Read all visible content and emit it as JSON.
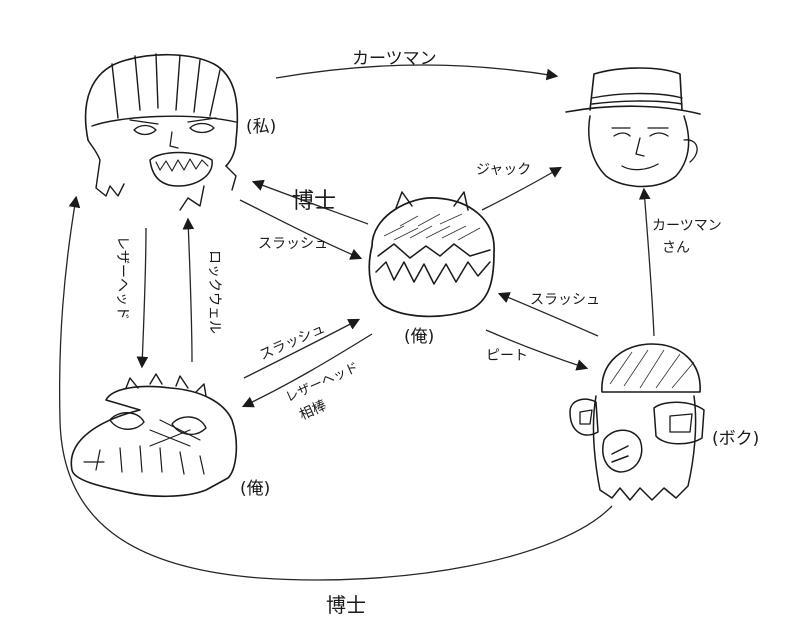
{
  "characters": {
    "top_left": {
      "icon": "visor-helmet-man-icon",
      "label": "(私)"
    },
    "top_right": {
      "icon": "fedora-man-icon",
      "label": ""
    },
    "center": {
      "icon": "spiky-blob-monster-icon",
      "label": "(俺)"
    },
    "bottom_left": {
      "icon": "crocodile-head-icon",
      "label": "(俺)"
    },
    "bottom_right": {
      "icon": "helmet-ghost-icon",
      "label": "(ボク)"
    }
  },
  "edges": [
    {
      "from": "top_left",
      "to": "top_right",
      "label": "カーツマン"
    },
    {
      "from": "center",
      "to": "top_left",
      "label": "博士"
    },
    {
      "from": "top_left",
      "to": "center",
      "label": "スラッシュ"
    },
    {
      "from": "center",
      "to": "top_right",
      "label": "ジャック"
    },
    {
      "from": "bottom_right",
      "to": "top_right",
      "label": "カーツマン\nさん"
    },
    {
      "from": "top_left",
      "to": "bottom_left",
      "label": "レザーヘッド"
    },
    {
      "from": "bottom_left",
      "to": "top_left",
      "label": "ロックウェル"
    },
    {
      "from": "bottom_left",
      "to": "center",
      "label": "スラッシュ"
    },
    {
      "from": "center",
      "to": "bottom_left",
      "label": "レザーヘッド\n相棒"
    },
    {
      "from": "bottom_right",
      "to": "center",
      "label": "スラッシュ"
    },
    {
      "from": "center",
      "to": "bottom_right",
      "label": "ピート"
    },
    {
      "from": "bottom_right",
      "to": "top_left",
      "label": "博士"
    }
  ],
  "colors": {
    "ink": "#1a1a1a",
    "paper": "#ffffff"
  }
}
